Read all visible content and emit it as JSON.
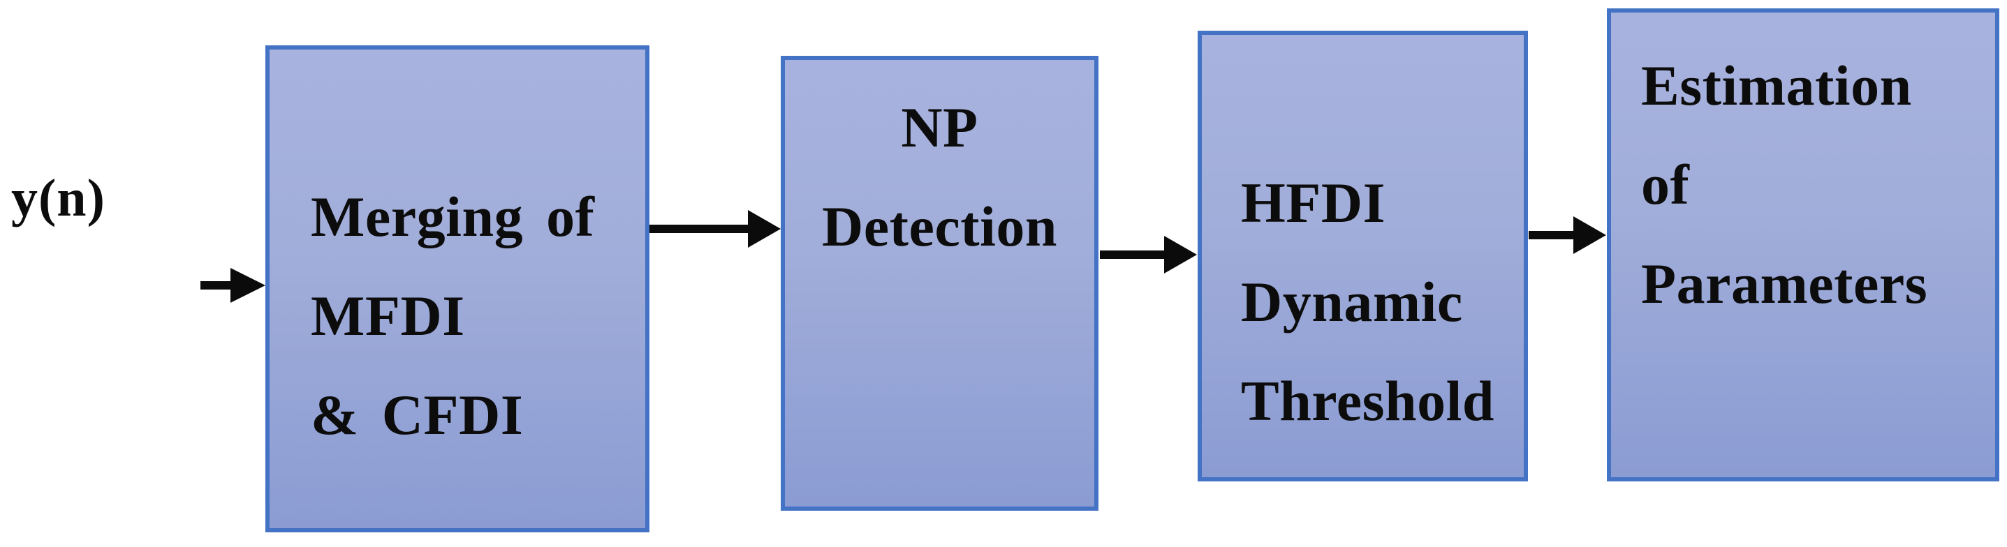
{
  "diagram": {
    "input_label": "y(n)",
    "boxes": [
      {
        "id": "merging",
        "lines": [
          "Merging of",
          "MFDI",
          "& CFDI"
        ]
      },
      {
        "id": "np-detection",
        "lines": [
          "NP",
          "Detection"
        ]
      },
      {
        "id": "hfdi",
        "lines": [
          "HFDI",
          "Dynamic",
          "Threshold"
        ]
      },
      {
        "id": "estimation",
        "lines": [
          "Estimation",
          "of",
          "Parameters"
        ]
      }
    ],
    "arrows": [
      {
        "from": "input",
        "to": "merging"
      },
      {
        "from": "merging",
        "to": "np-detection"
      },
      {
        "from": "np-detection",
        "to": "hfdi"
      },
      {
        "from": "hfdi",
        "to": "estimation"
      }
    ],
    "colors": {
      "box_fill_top": "#a8b2de",
      "box_fill_bottom": "#8b9cd3",
      "box_border": "#4472c4",
      "arrow": "#0b0b0b",
      "text": "#0c0c0c",
      "background": "#ffffff"
    }
  }
}
